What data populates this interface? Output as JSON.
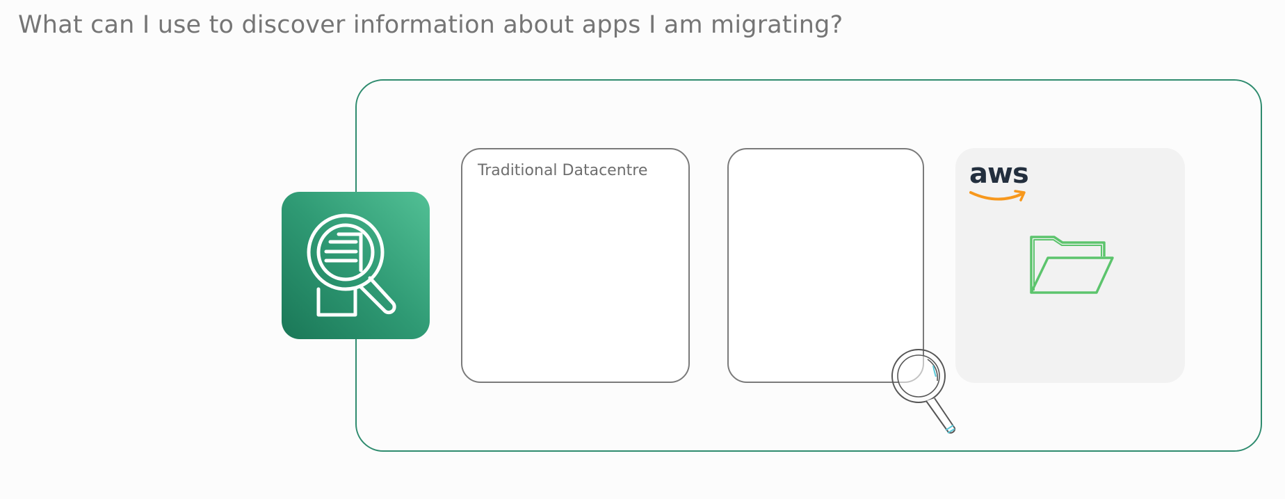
{
  "title": "What can I use to discover information about apps I am migrating?",
  "diagram": {
    "datacentre_label": "Traditional Datacentre",
    "aws_logo_text": "aws",
    "icons": {
      "discovery": "discovery-service-icon",
      "folder": "folder-icon",
      "magnifier": "magnifying-glass-icon"
    },
    "colors": {
      "outer_border": "#2e8b6e",
      "tile_gradient_light": "#52c095",
      "tile_gradient_dark": "#1a7757",
      "box_border": "#7a7a7a",
      "aws_panel": "#f2f2f2",
      "aws_smile": "#f7981d",
      "folder_green": "#5cc46d"
    }
  }
}
